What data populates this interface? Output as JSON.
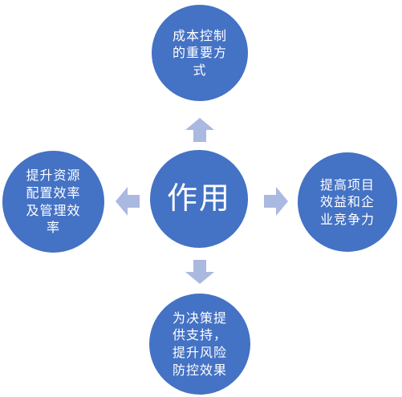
{
  "diagram": {
    "colors": {
      "circle_fill": "#4472c4",
      "arrow_fill": "#aab9df",
      "text": "#ffffff"
    },
    "center": {
      "lines": [
        "作用"
      ]
    },
    "top": {
      "lines": [
        "成本控制",
        "的重要方",
        "式"
      ]
    },
    "right": {
      "lines": [
        "提高项目",
        "效益和企",
        "业竞争力"
      ]
    },
    "left": {
      "lines": [
        "提升资源",
        "配置效率",
        "及管理效",
        "率"
      ]
    },
    "bottom": {
      "lines": [
        "为决策提",
        "供支持，",
        "提升风险",
        "防控效果"
      ]
    },
    "arrows": [
      {
        "direction": "up",
        "icon": "arrow-up-icon"
      },
      {
        "direction": "right",
        "icon": "arrow-right-icon"
      },
      {
        "direction": "down",
        "icon": "arrow-down-icon"
      },
      {
        "direction": "left",
        "icon": "arrow-left-icon"
      }
    ]
  }
}
